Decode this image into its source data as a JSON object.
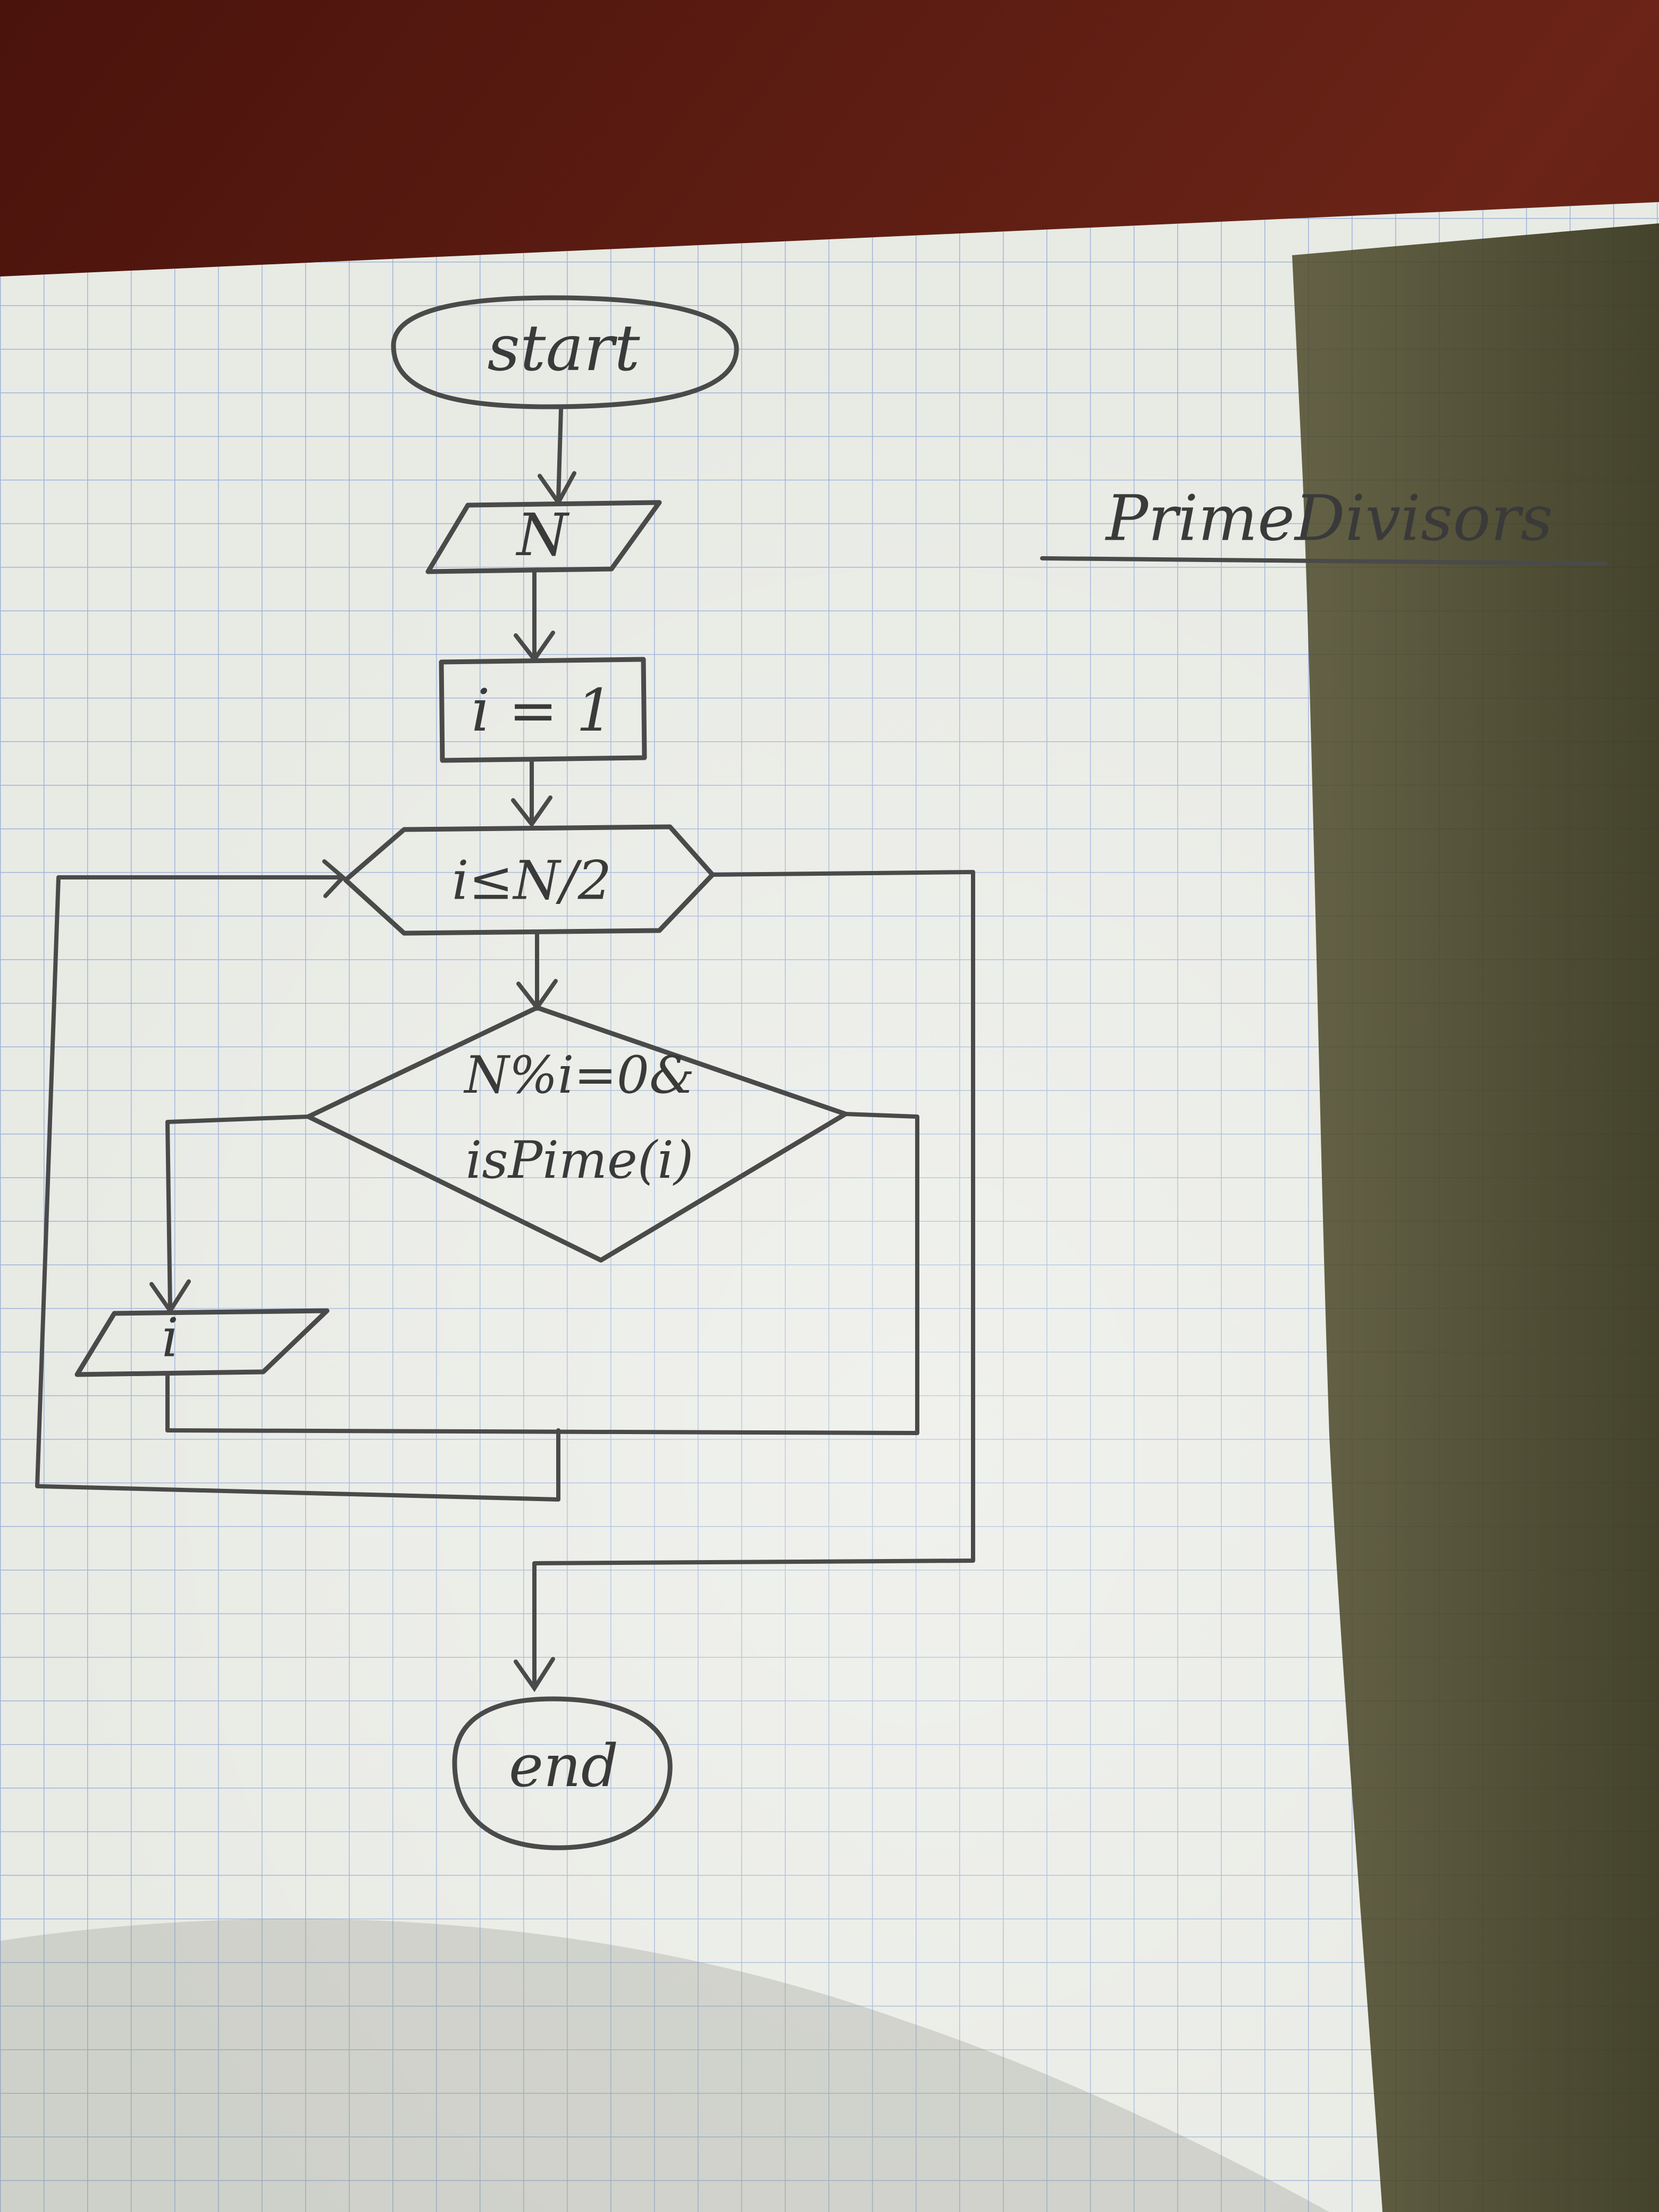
{
  "title": "PrimeDivisors",
  "nodes": {
    "start": "start",
    "input_n": "N",
    "init_i": "i = 1",
    "loop_condition": "i≤N/2",
    "decision_line1": "N%i=0&",
    "decision_line2": "isPime(i)",
    "output_i": "i",
    "end": "end"
  },
  "colors": {
    "paper": "#e9ebe6",
    "grid": "#9fb4d8",
    "ink": "#4a4a4a",
    "table": "#5a1d14",
    "shadow": "#4b4a2c"
  }
}
